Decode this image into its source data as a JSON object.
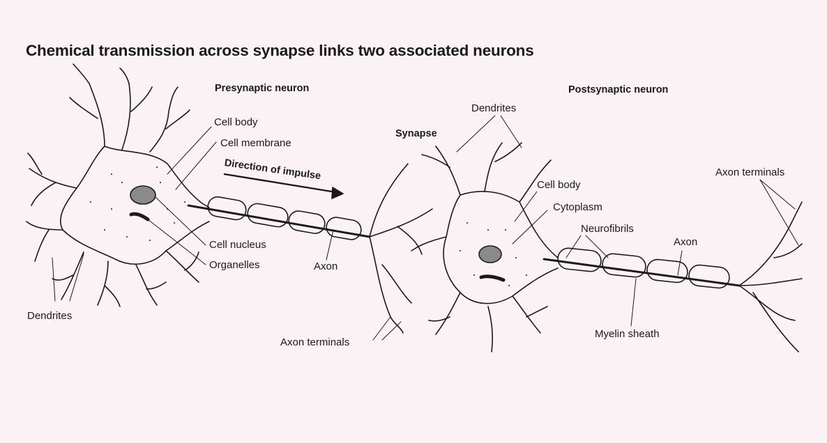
{
  "title": "Chemical transmission across synapse links two associated neurons",
  "labels": {
    "presynaptic_neuron": "Presynaptic neuron",
    "postsynaptic_neuron": "Postsynaptic neuron",
    "synapse": "Synapse",
    "direction_of_impulse": "Direction of impulse",
    "pre_cell_body": "Cell body",
    "pre_cell_membrane": "Cell membrane",
    "pre_cell_nucleus": "Cell nucleus",
    "pre_organelles": "Organelles",
    "pre_axon": "Axon",
    "pre_dendrites": "Dendrites",
    "pre_axon_terminals": "Axon terminals",
    "post_dendrites": "Dendrites",
    "post_cell_body": "Cell body",
    "post_cytoplasm": "Cytoplasm",
    "post_neurofibrils": "Neurofibrils",
    "post_axon": "Axon",
    "post_myelin_sheath": "Myelin sheath",
    "post_axon_terminals": "Axon terminals"
  },
  "colors": {
    "background": "#fbf2f6",
    "ink": "#1a1a1a"
  }
}
